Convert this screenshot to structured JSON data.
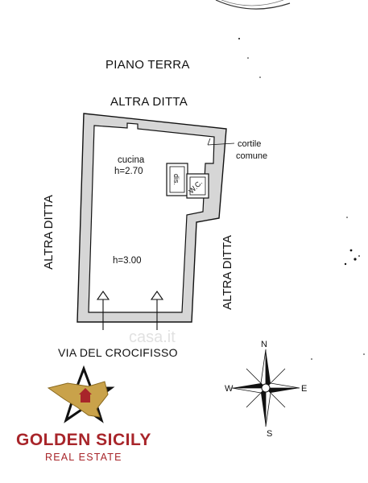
{
  "plan": {
    "title": "PIANO TERRA",
    "neighbor_top": "ALTRA DITTA",
    "neighbor_left": "ALTRA DITTA",
    "neighbor_right": "ALTRA DITTA",
    "street": "VIA DEL CROCIFISSO",
    "courtyard": [
      "cortile",
      "comune"
    ],
    "rooms": {
      "kitchen_name": "cucina",
      "kitchen_height": "h=2.70",
      "main_height": "h=3.00",
      "disimpegno": "dis.",
      "wc": "W.C."
    }
  },
  "compass": {
    "n": "N",
    "s": "S",
    "e": "E",
    "w": "W"
  },
  "watermark": "casa.it",
  "brand": {
    "name": "GOLDEN SICILY",
    "tagline": "REAL ESTATE",
    "color": "#a8252a",
    "gold": "#c9a24a"
  }
}
